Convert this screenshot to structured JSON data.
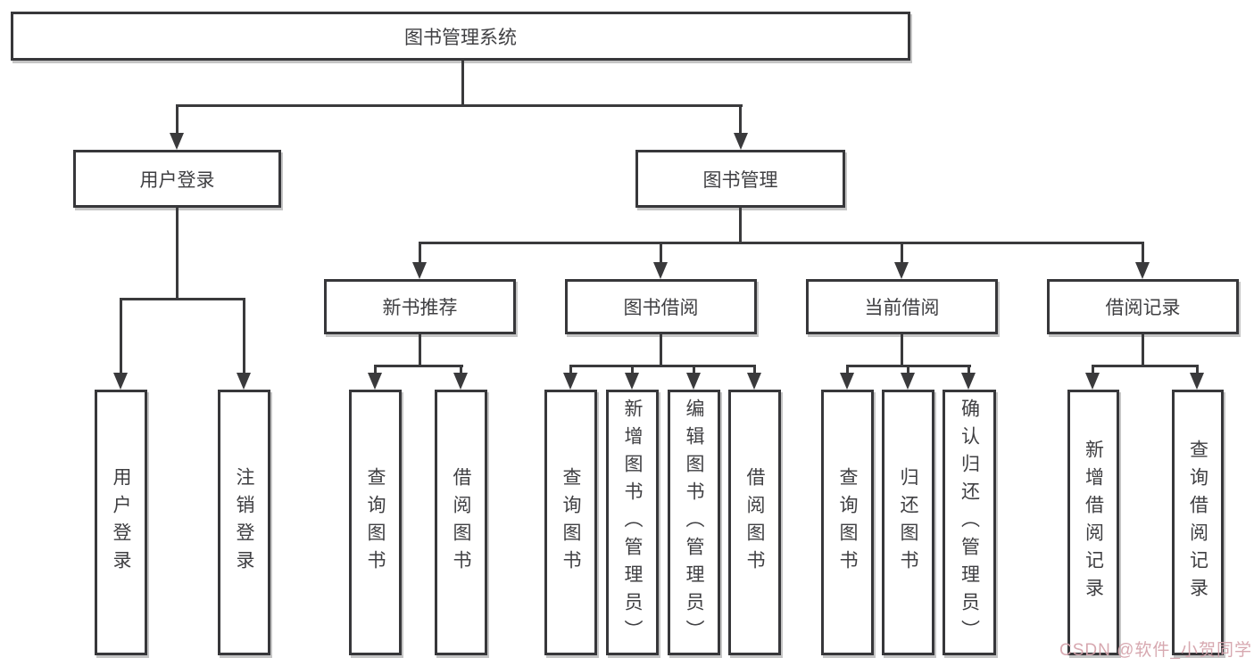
{
  "diagram": {
    "title": "图书管理系统",
    "nodes": {
      "root": "图书管理系统",
      "user_login": "用户登录",
      "book_mgmt": "图书管理",
      "new_book_rec": "新书推荐",
      "book_borrow": "图书借阅",
      "current_borrow": "当前借阅",
      "borrow_record": "借阅记录",
      "user_login_v": "用户登录",
      "logout_v": "注销登录",
      "query_book_1": "查询图书",
      "borrow_book_1": "借阅图书",
      "query_book_2": "查询图书",
      "add_book_admin": "新增图书（管理员）",
      "edit_book_admin": "编辑图书（管理员）",
      "borrow_book_2": "借阅图书",
      "query_book_3": "查询图书",
      "return_book": "归还图书",
      "confirm_return_admin": "确认归还（管理员）",
      "add_borrow_record": "新增借阅记录",
      "query_borrow_record": "查询借阅记录"
    },
    "colors": {
      "line": "#3a3a3c",
      "box_border": "#37373a",
      "text": "#3f3f42",
      "background": "#ffffff",
      "watermark": "#d5a4ac"
    }
  },
  "watermark": {
    "text": "CSDN @软件_小贺同学"
  }
}
